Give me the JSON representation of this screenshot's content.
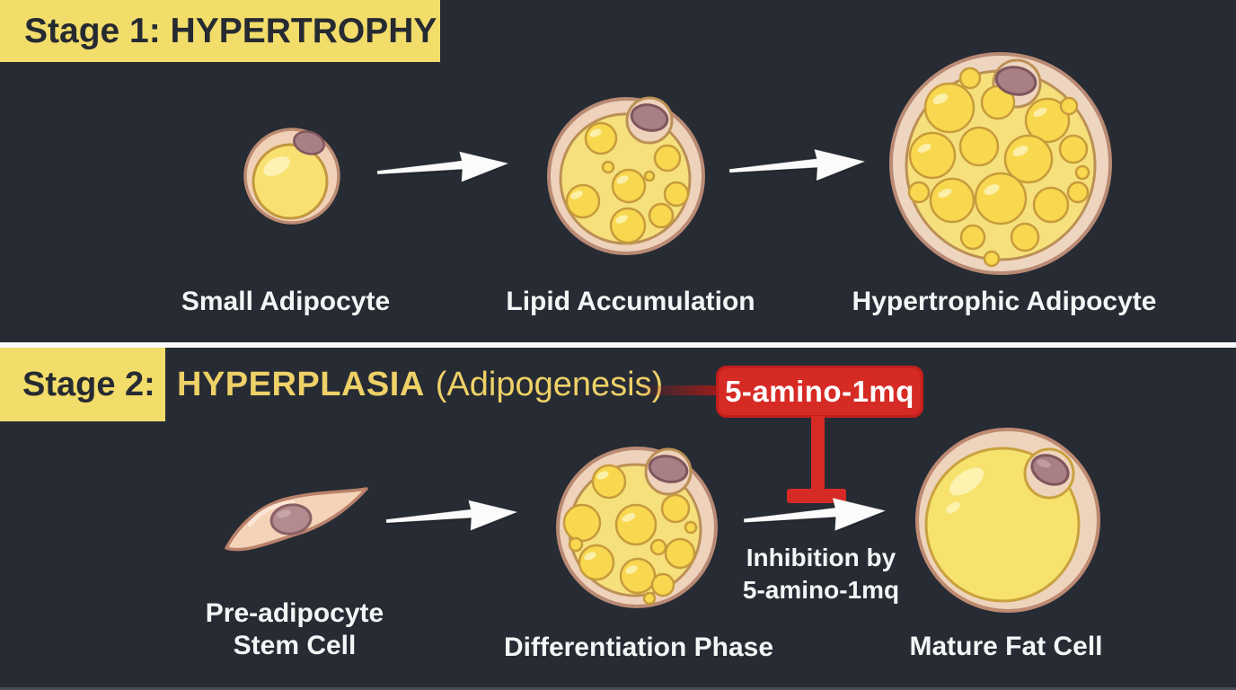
{
  "palette": {
    "background": "#272b33",
    "stage_label_bg": "#f2dc6a",
    "stage_label_text": "#262a31",
    "accent_yellow": "#eed167",
    "label_white": "#f4f5f6",
    "inhibitor_red": "#d62a25",
    "cell_membrane": "#f0d1b8",
    "cell_outline": "#bd8a72",
    "lipid_yellow": "#f8e170",
    "droplet_yellow": "#f8d84e",
    "nucleus_mauve": "#a87f85"
  },
  "stage1": {
    "header": "Stage 1: HYPERTROPHY",
    "steps": [
      {
        "label": "Small Adipocyte",
        "icon": "small-adipocyte-cell"
      },
      {
        "label": "Lipid Accumulation",
        "icon": "adipocyte-multiple-droplets"
      },
      {
        "label": "Hypertrophic Adipocyte",
        "icon": "large-adipocyte-many-droplets"
      }
    ]
  },
  "stage2": {
    "header_prefix": "Stage 2:",
    "header_term": "HYPERPLASIA",
    "header_suffix": "(Adipogenesis)",
    "inhibitor_label": "5-amino-1mq",
    "inhibition_caption": {
      "line1": "Inhibition by",
      "line2": "5-amino-1mq"
    },
    "steps": [
      {
        "label_line1": "Pre-adipocyte",
        "label_line2": "Stem Cell",
        "icon": "spindle-stem-cell"
      },
      {
        "label": "Differentiation Phase",
        "icon": "differentiating-adipocyte"
      },
      {
        "label": "Mature Fat Cell",
        "icon": "mature-adipocyte-single-droplet"
      }
    ]
  }
}
